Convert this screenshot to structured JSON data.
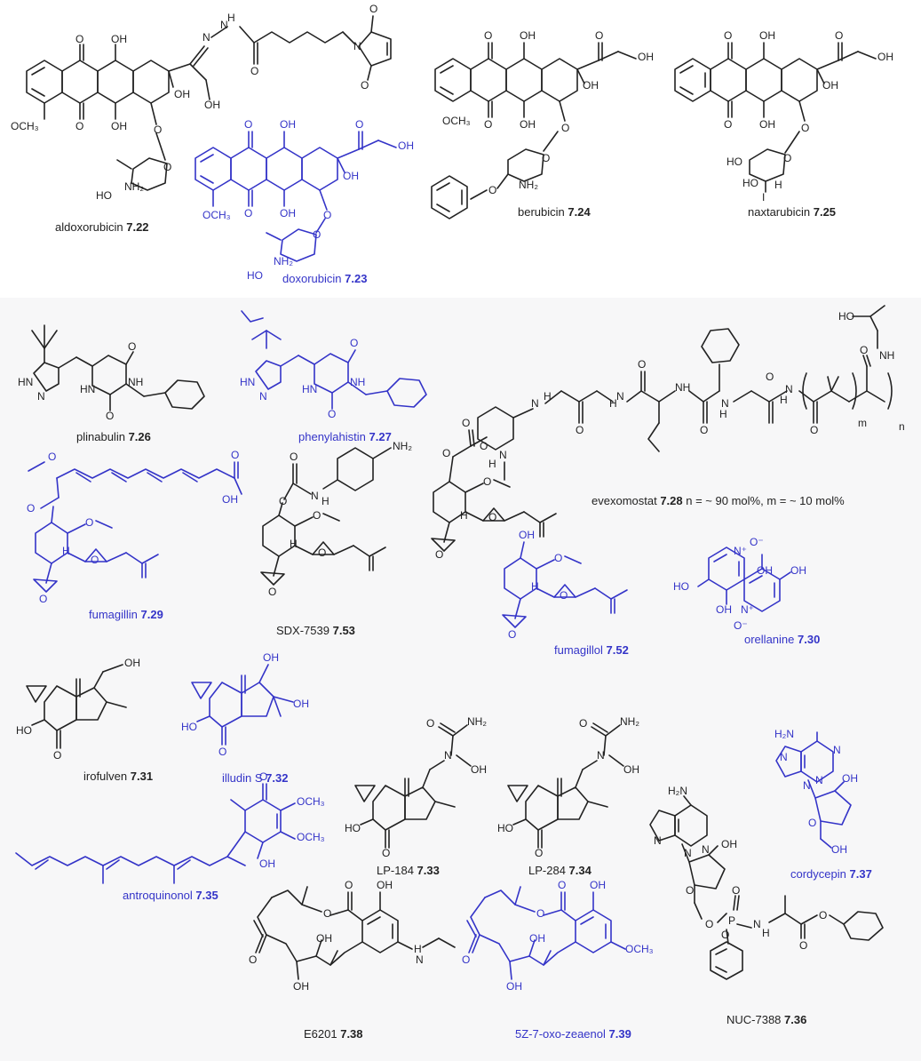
{
  "colors": {
    "black": "#222222",
    "blue": "#3434c8",
    "panel": "#f7f7f8"
  },
  "compounds": [
    {
      "name": "aldoxorubicin",
      "number": "7.22",
      "color": "black"
    },
    {
      "name": "doxorubicin",
      "number": "7.23",
      "color": "blue"
    },
    {
      "name": "berubicin",
      "number": "7.24",
      "color": "black"
    },
    {
      "name": "naxtarubicin",
      "number": "7.25",
      "color": "black"
    },
    {
      "name": "plinabulin",
      "number": "7.26",
      "color": "black"
    },
    {
      "name": "phenylahistin",
      "number": "7.27",
      "color": "blue"
    },
    {
      "name": "evexomostat",
      "number": "7.28",
      "note": "n = ~ 90 mol%, m = ~ 10 mol%",
      "color": "black"
    },
    {
      "name": "fumagillin",
      "number": "7.29",
      "color": "blue"
    },
    {
      "name": "SDX-7539",
      "number": "7.53",
      "color": "black"
    },
    {
      "name": "fumagillol",
      "number": "7.52",
      "color": "blue"
    },
    {
      "name": "orellanine",
      "number": "7.30",
      "color": "blue"
    },
    {
      "name": "irofulven",
      "number": "7.31",
      "color": "black"
    },
    {
      "name": "illudin S",
      "number": "7.32",
      "color": "blue"
    },
    {
      "name": "LP-184",
      "number": "7.33",
      "color": "black"
    },
    {
      "name": "LP-284",
      "number": "7.34",
      "color": "black"
    },
    {
      "name": "cordycepin",
      "number": "7.37",
      "color": "blue"
    },
    {
      "name": "antroquinonol",
      "number": "7.35",
      "color": "blue"
    },
    {
      "name": "NUC-7388",
      "number": "7.36",
      "color": "black"
    },
    {
      "name": "E6201",
      "number": "7.38",
      "color": "black"
    },
    {
      "name": "5Z-7-oxo-zeaenol",
      "number": "7.39",
      "color": "blue"
    }
  ],
  "atoms": {
    "O": "O",
    "OH": "OH",
    "HO": "HO",
    "H": "H",
    "N": "N",
    "NH": "NH",
    "HN": "HN",
    "NH2": "NH₂",
    "H2N": "H₂N",
    "OCH3": "OCH₃",
    "I": "I",
    "P": "P",
    "Nplus": "N⁺",
    "Ominus": "O⁻",
    "n": "n",
    "m": "m"
  }
}
